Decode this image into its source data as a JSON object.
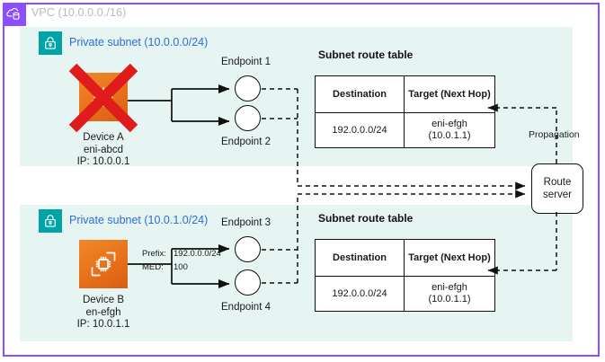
{
  "vpc": {
    "title": "VPC (10.0.0.0./16)",
    "icon": "vpc-cloud-icon",
    "border_color": "#8c4fff"
  },
  "subnets": [
    {
      "title": "Private subnet (10.0.0.0/24)",
      "icon": "lock-icon",
      "accent": "#00a4a6",
      "background": "#e6f4f2",
      "device": {
        "icon": "appliance-icon",
        "name": "Device A",
        "eni": "eni-abcd",
        "ip": "IP: 10.0.0.1",
        "disabled": true,
        "disabled_marker": "red-x-icon"
      },
      "endpoints": [
        {
          "label": "Endpoint 1"
        },
        {
          "label": "Endpoint 2"
        }
      ],
      "route_table": {
        "title": "Subnet route table",
        "headers": [
          "Destination",
          "Target (Next Hop)"
        ],
        "rows": [
          {
            "destination": "192.0.0.0/24",
            "target": "eni-efgh (10.0.1.1)"
          }
        ]
      }
    },
    {
      "title": "Private subnet (10.0.1.0/24)",
      "icon": "lock-icon",
      "accent": "#00a4a6",
      "background": "#e6f4f2",
      "device": {
        "icon": "appliance-icon",
        "name": "Device B",
        "eni": "en-efgh",
        "ip": "IP: 10.0.1.1",
        "disabled": false
      },
      "advertisement": {
        "prefix_key": "Prefix:",
        "prefix_value": "192.0.0.0/24",
        "med_key": "MED:",
        "med_value": "100"
      },
      "endpoints": [
        {
          "label": "Endpoint 3"
        },
        {
          "label": "Endpoint 4"
        }
      ],
      "route_table": {
        "title": "Subnet route table",
        "headers": [
          "Destination",
          "Target (Next Hop)"
        ],
        "rows": [
          {
            "destination": "192.0.0.0/24",
            "target": "eni-efgh (10.0.1.1)"
          }
        ]
      }
    }
  ],
  "route_server": {
    "line1": "Route",
    "line2": "server",
    "propagation_label": "Propagation"
  },
  "table_cells": {
    "a": {
      "h1": "Destination",
      "h2": "Target (Next Hop)",
      "d1": "192.0.0.0/24",
      "t1": "eni-efgh",
      "t2": "(10.0.1.1)"
    },
    "b": {
      "h1": "Destination",
      "h2": "Target (Next Hop)",
      "d1": "192.0.0.0/24",
      "t1": "eni-efgh",
      "t2": "(10.0.1.1)"
    }
  }
}
